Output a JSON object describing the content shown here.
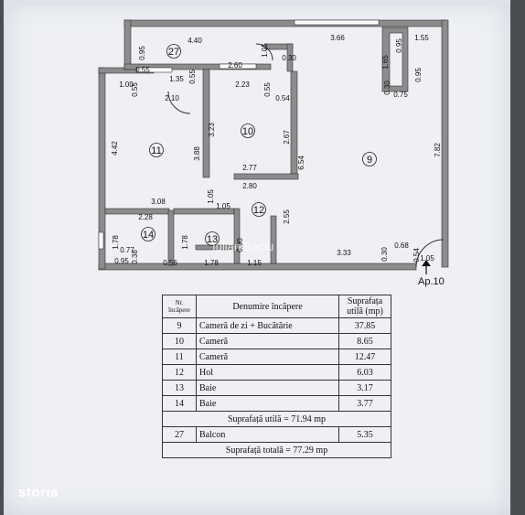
{
  "plan": {
    "apartment_label": "Ap.10",
    "room_numbers": [
      "27",
      "10",
      "11",
      "9",
      "12",
      "13",
      "14"
    ],
    "dimensions": [
      "4.40",
      "3.66",
      "1.55",
      "0.95",
      "2.60",
      "1.05",
      "0.30",
      "1.00",
      "0.55",
      "1.35",
      "0.55",
      "2.10",
      "2.23",
      "0.55",
      "0.54",
      "1.65",
      "0.95",
      "0.30",
      "0.75",
      "0.95",
      "4.42",
      "3.23",
      "3.88",
      "2.67",
      "6.54",
      "7.82",
      "2.77",
      "2.80",
      "3.08",
      "1.05",
      "1.05",
      "2.28",
      "2.55",
      "1.78",
      "1.78",
      "0.90",
      "0.77",
      "0.95",
      "0.38",
      "0.56",
      "1.78",
      "1.15",
      "3.33",
      "0.68",
      "0.30",
      "0.54",
      "1.05",
      "0.55"
    ]
  },
  "watermark": "Iulian Baciu",
  "table": {
    "header_nr": "Nr. încăpere",
    "header_name": "Denumire încăpere",
    "header_area": "Suprafața utilă (mp)",
    "rows": [
      {
        "nr": "9",
        "name": "Cameră de zi + Bucătărie",
        "area": "37.85"
      },
      {
        "nr": "10",
        "name": "Cameră",
        "area": "8.65"
      },
      {
        "nr": "11",
        "name": "Cameră",
        "area": "12.47"
      },
      {
        "nr": "12",
        "name": "Hol",
        "area": "6.03"
      },
      {
        "nr": "13",
        "name": "Baie",
        "area": "3.17"
      },
      {
        "nr": "14",
        "name": "Baie",
        "area": "3.77"
      }
    ],
    "useful_total": "Suprafață utilă = 71.94 mp",
    "balcony": {
      "nr": "27",
      "name": "Balcon",
      "area": "5.35"
    },
    "grand_total": "Suprafață totală = 77.29 mp"
  },
  "brand": "storia"
}
